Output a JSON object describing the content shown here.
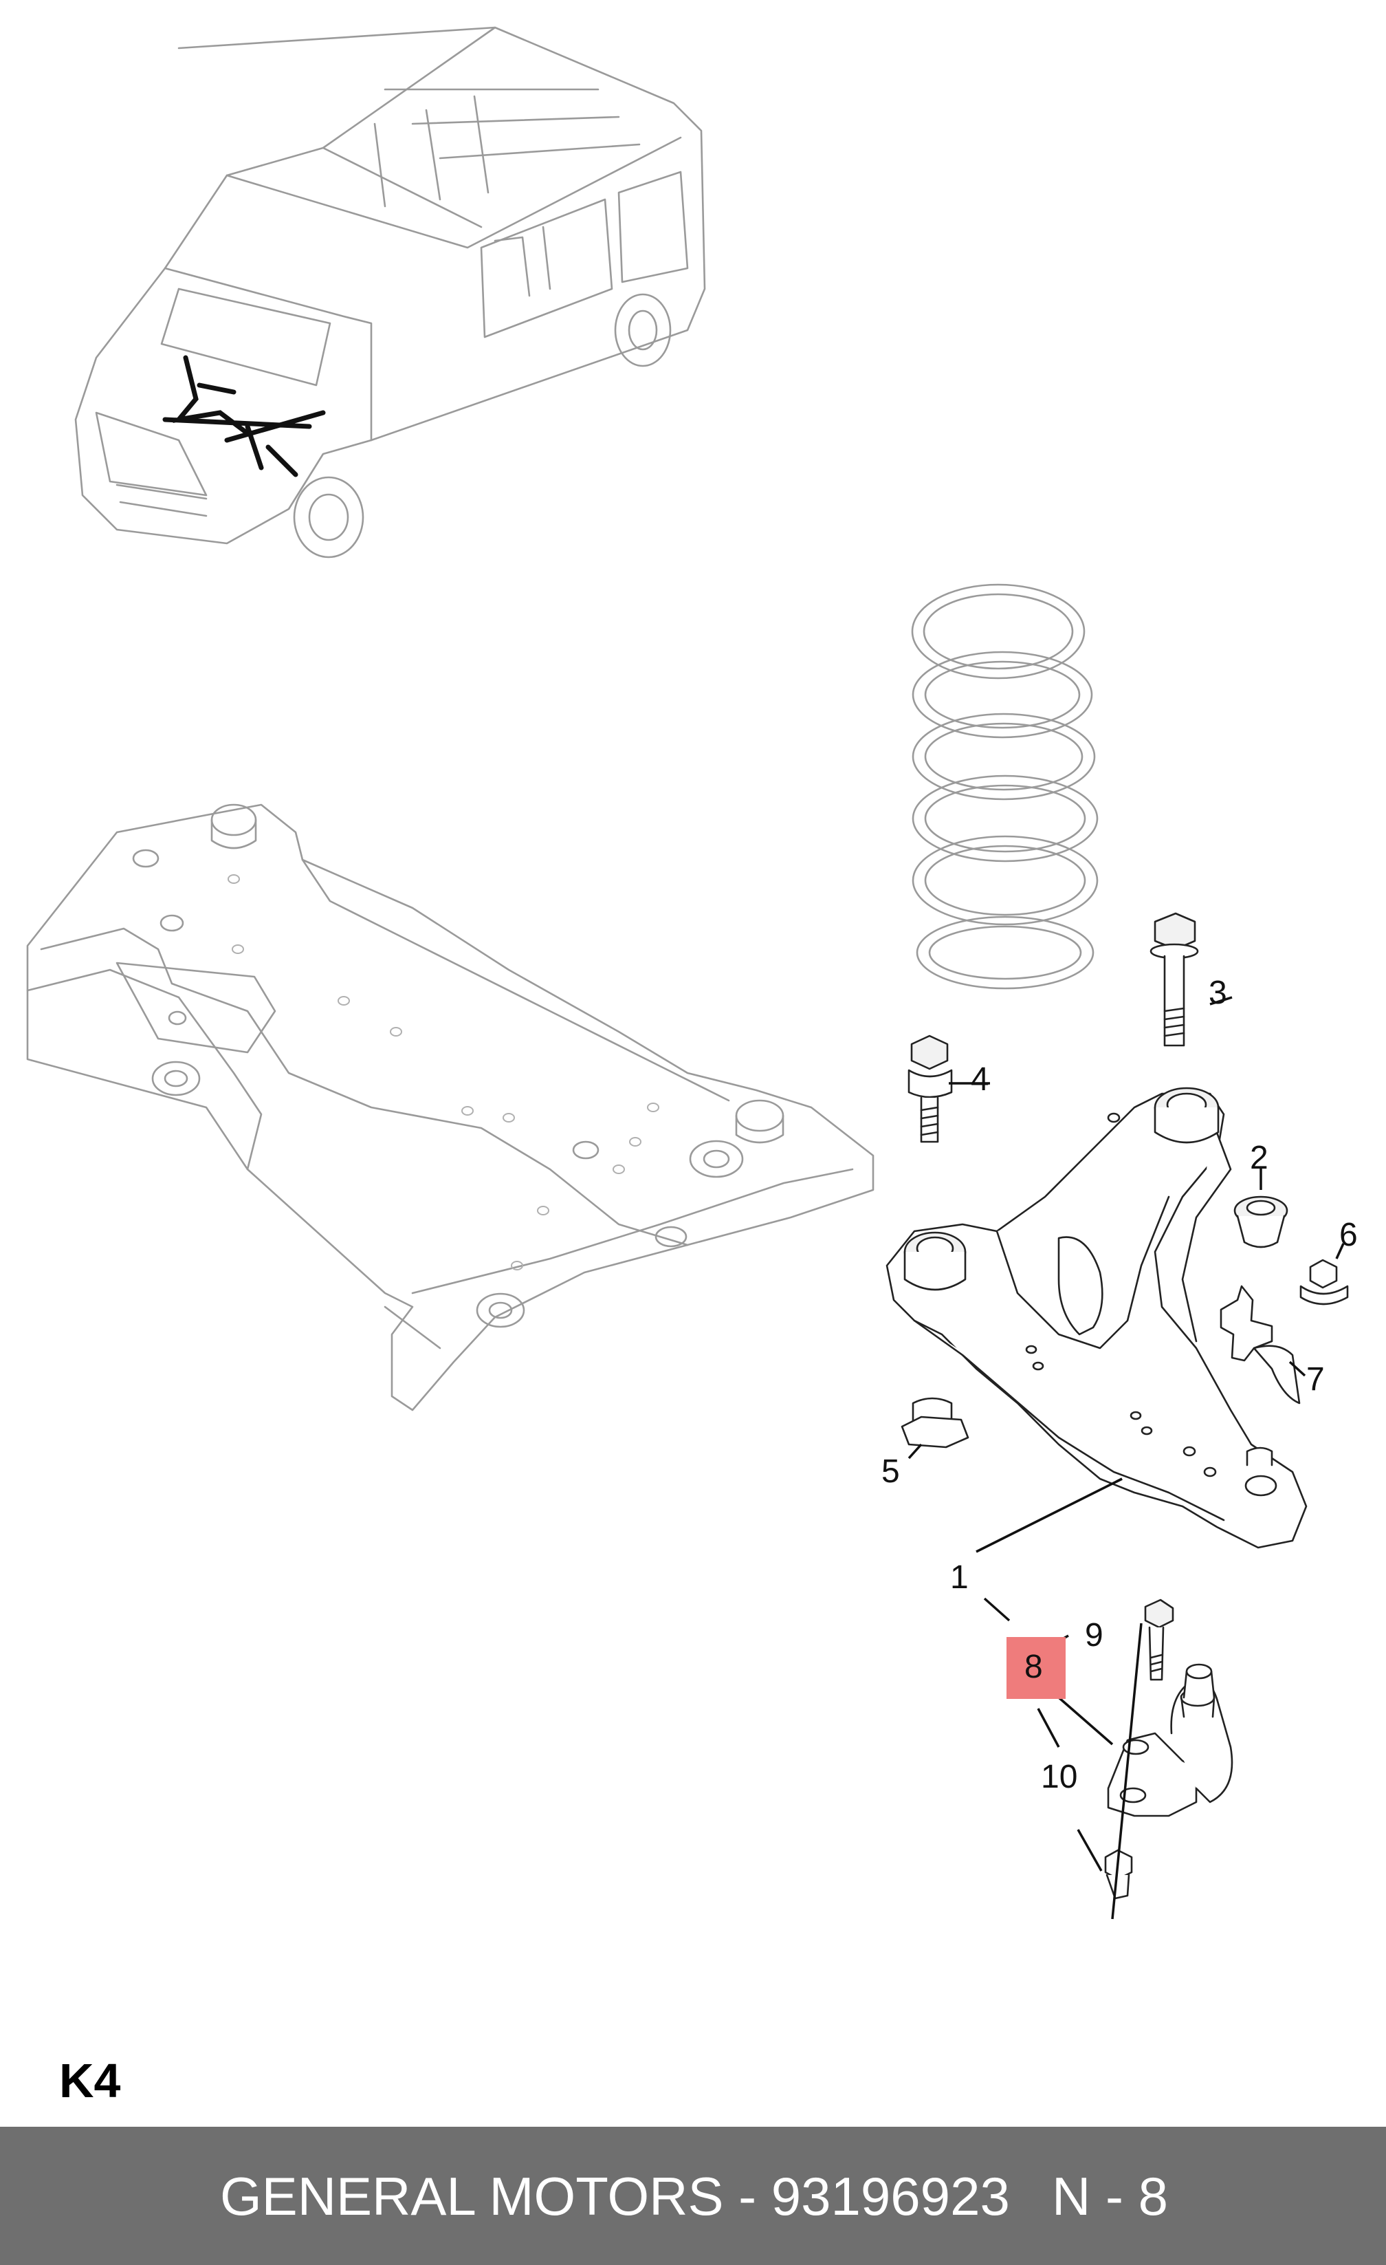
{
  "diagram": {
    "group_code": "K4",
    "callouts": [
      {
        "id": "1",
        "label": "1"
      },
      {
        "id": "2",
        "label": "2"
      },
      {
        "id": "3",
        "label": "3"
      },
      {
        "id": "4",
        "label": "4"
      },
      {
        "id": "5",
        "label": "5"
      },
      {
        "id": "6",
        "label": "6"
      },
      {
        "id": "7",
        "label": "7"
      },
      {
        "id": "8",
        "label": "8",
        "highlighted": true
      },
      {
        "id": "9",
        "label": "9"
      },
      {
        "id": "10",
        "label": "10"
      }
    ],
    "highlight_color": "#ef7c7c"
  },
  "footer": {
    "text": "GENERAL MOTORS - 93196923",
    "position": "N - 8",
    "background": "#6f6f6f"
  }
}
